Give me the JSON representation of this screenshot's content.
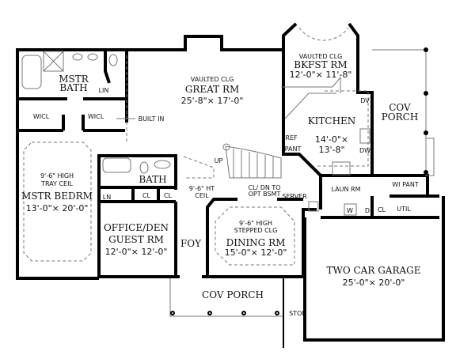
{
  "rooms": {
    "mstr_bath": {
      "line1": "MSTR",
      "line2": "BATH"
    },
    "lin": "LIN",
    "wicl_left": "WICL",
    "wicl_right": "WICL",
    "built_in": "BUILT IN",
    "great_rm": {
      "note": "VAULTED CLG",
      "name": "GREAT RM",
      "size": "25'-8\"× 17'-0\""
    },
    "bkfst_rm": {
      "note": "VAULTED CLG",
      "name": "BKFST RM",
      "size": "12'-0\"× 11'-8\""
    },
    "kitchen": {
      "name": "KITCHEN",
      "size1": "14'-0\"×",
      "size2": "13'-8\""
    },
    "ref": "REF",
    "pant": "PANT",
    "dv": "DV",
    "dw": "DW",
    "cov_porch_right": {
      "line1": "COV",
      "line2": "PORCH"
    },
    "mstr_bedrm": {
      "note1": "9'-6\" HIGH",
      "note2": "TRAY CEIL",
      "name": "MSTR BEDRM",
      "size": "13'-0\"× 20'-0\""
    },
    "bath": "BATH",
    "ln": "LN",
    "cl1": "CL",
    "cl2": "CL",
    "hall_ceil": {
      "line1": "9'-6\" HT",
      "line2": "CEIL"
    },
    "up": "UP",
    "stair_note": {
      "line1": "CL/ DN TO",
      "line2": "OPT BSMT"
    },
    "server": "SERVER",
    "laun_rm": "LAUN RM",
    "wi_pant": "WI PANT",
    "cl3": "CL",
    "util": "UTIL",
    "w": "W",
    "d": "D",
    "office": {
      "line1": "OFFICE/DEN",
      "line2": "GUEST RM",
      "size": "12'-0\"× 12'-0\""
    },
    "foy": "FOY",
    "dining_rm": {
      "note1": "9'-6\" HIGH",
      "note2": "STEPPED CLG",
      "name": "DINING RM",
      "size": "15'-0\"× 12'-0\""
    },
    "garage": {
      "name": "TWO CAR GARAGE",
      "size": "25'-0\"× 20'-0\""
    },
    "cov_porch_front": "COV PORCH",
    "stor": "STOR"
  }
}
